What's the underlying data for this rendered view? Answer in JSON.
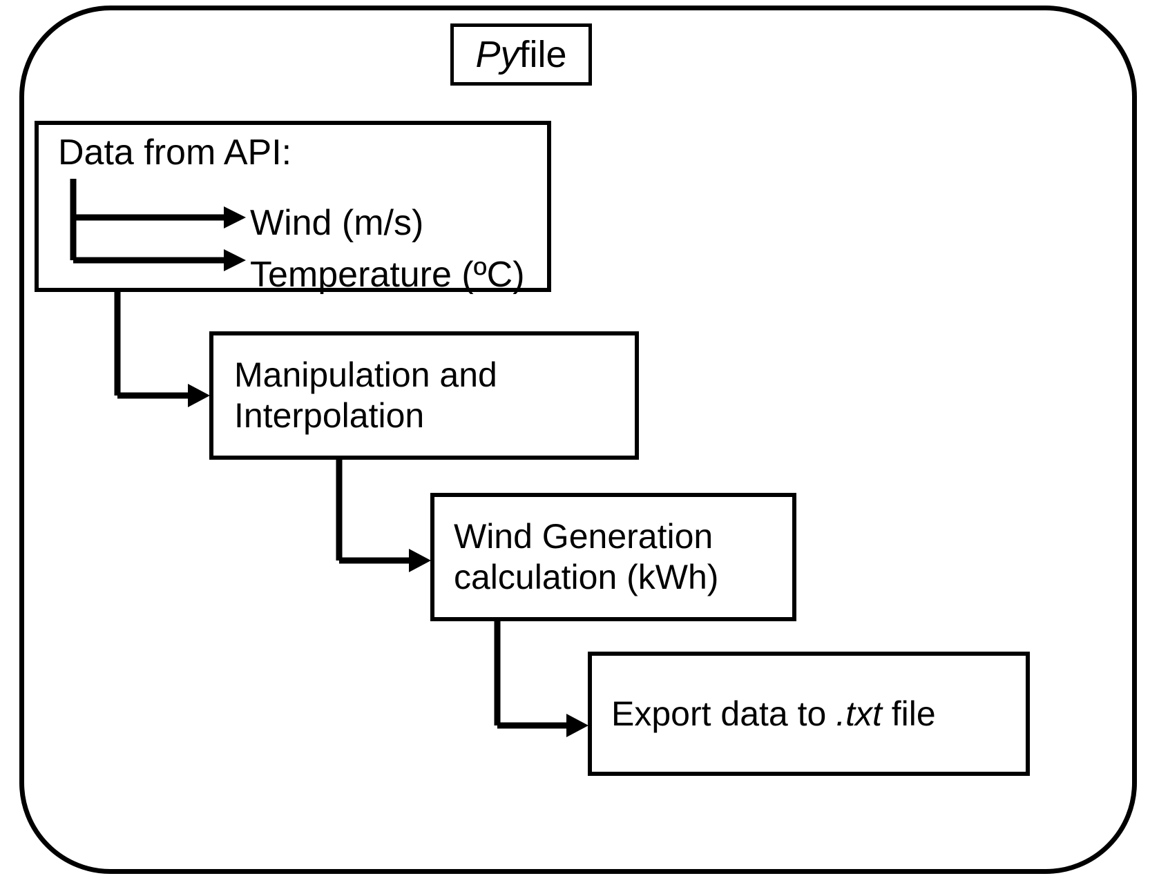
{
  "diagram": {
    "title": {
      "emphasis": "Py",
      "rest": " file"
    },
    "container_name": "py-file-container",
    "nodes": [
      {
        "id": "data-from-api",
        "header": "Data from API:",
        "children": [
          {
            "label": "Wind (m/s)"
          },
          {
            "label": "Temperature (ºC)"
          }
        ]
      },
      {
        "id": "manipulation-and-interpolation",
        "lines": [
          "Manipulation and",
          "Interpolation"
        ]
      },
      {
        "id": "wind-generation-calculation",
        "lines": [
          "Wind Generation",
          "calculation (kWh)"
        ]
      },
      {
        "id": "export-data",
        "prefix": "Export data to ",
        "emphasis": ".txt",
        "suffix": " file"
      }
    ],
    "colors": {
      "stroke": "#000000",
      "fill": "#ffffff"
    }
  }
}
